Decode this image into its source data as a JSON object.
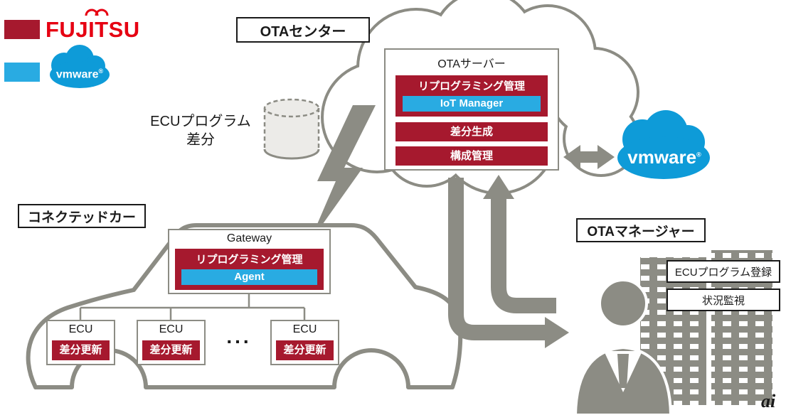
{
  "legend": {
    "fujitsu_label": "FUJITSU",
    "vmware_label": "vmware",
    "vmware_reg": "®"
  },
  "labels": {
    "ota_center": "OTAセンター",
    "connected_car": "コネクテッドカー",
    "ota_manager": "OTAマネージャー",
    "ecu_diff_line1": "ECUプログラム",
    "ecu_diff_line2": "差分"
  },
  "ota_server": {
    "title": "OTAサーバー",
    "reprogramming": "リプログラミング管理",
    "iot_manager": "IoT Manager",
    "diff_generation": "差分生成",
    "config_management": "構成管理"
  },
  "gateway": {
    "title": "Gateway",
    "reprogramming": "リプログラミング管理",
    "agent": "Agent"
  },
  "ecu": {
    "title": "ECU",
    "diff_update": "差分更新",
    "ellipsis": "..."
  },
  "manager": {
    "ecu_registration": "ECUプログラム登録",
    "status_monitoring": "状況監視"
  },
  "vmware_cloud": {
    "label": "vmware",
    "reg": "®"
  },
  "footer": {
    "watermark": "ai"
  },
  "colors": {
    "bar_red": "#A6192E",
    "fujitsu_red": "#E60012",
    "bar_blue": "#29ABE2",
    "vmware_blue": "#0E9BD8",
    "diagram_gray": "#8C8C84"
  }
}
